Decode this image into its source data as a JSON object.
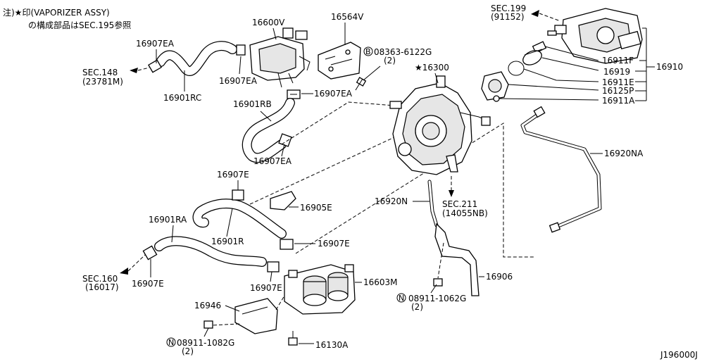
{
  "note": {
    "line1": "注)★印(VAPORIZER ASSY)",
    "line2": "の構成部品はSEC.195参照"
  },
  "diagram_id": "J196000J",
  "labels": {
    "p16600V": "16600V",
    "p16564V": "16564V",
    "p16907EA_1": "16907EA",
    "p16907EA_2": "16907EA",
    "p16907EA_3": "16907EA",
    "p16907EA_4": "16907EA",
    "p16901RC": "16901RC",
    "p16901RB": "16901RB",
    "p08363": "08363-6122G",
    "p08363_qty": "(2)",
    "p08363_sym": "B",
    "p16300": "★16300",
    "p16911F": "16911F",
    "p16919": "16919",
    "p16911E": "16911E",
    "p16125P": "16125P",
    "p16911A": "16911A",
    "p16910": "16910",
    "p16920NA": "16920NA",
    "p16907E_1": "16907E",
    "p16907E_2": "16907E",
    "p16907E_3": "16907E",
    "p16907E_4": "16907E",
    "p16905E": "16905E",
    "p16901RA": "16901RA",
    "p16901R": "16901R",
    "p16920N": "16920N",
    "p16603M": "16603M",
    "p16906": "16906",
    "p16946": "16946",
    "p08911a": "08911-1082G",
    "p08911a_qty": "(2)",
    "p08911a_sym": "N",
    "p08911b": "08911-1062G",
    "p08911b_qty": "(2)",
    "p08911b_sym": "N",
    "p16130A": "16130A"
  },
  "sections": {
    "sec148": "SEC.148",
    "sec148_ref": "(23781M)",
    "sec160": "SEC.160",
    "sec160_ref": "(16017)",
    "sec199": "SEC.199",
    "sec199_ref": "(91152)",
    "sec211": "SEC.211",
    "sec211_ref": "(14055NB)"
  }
}
